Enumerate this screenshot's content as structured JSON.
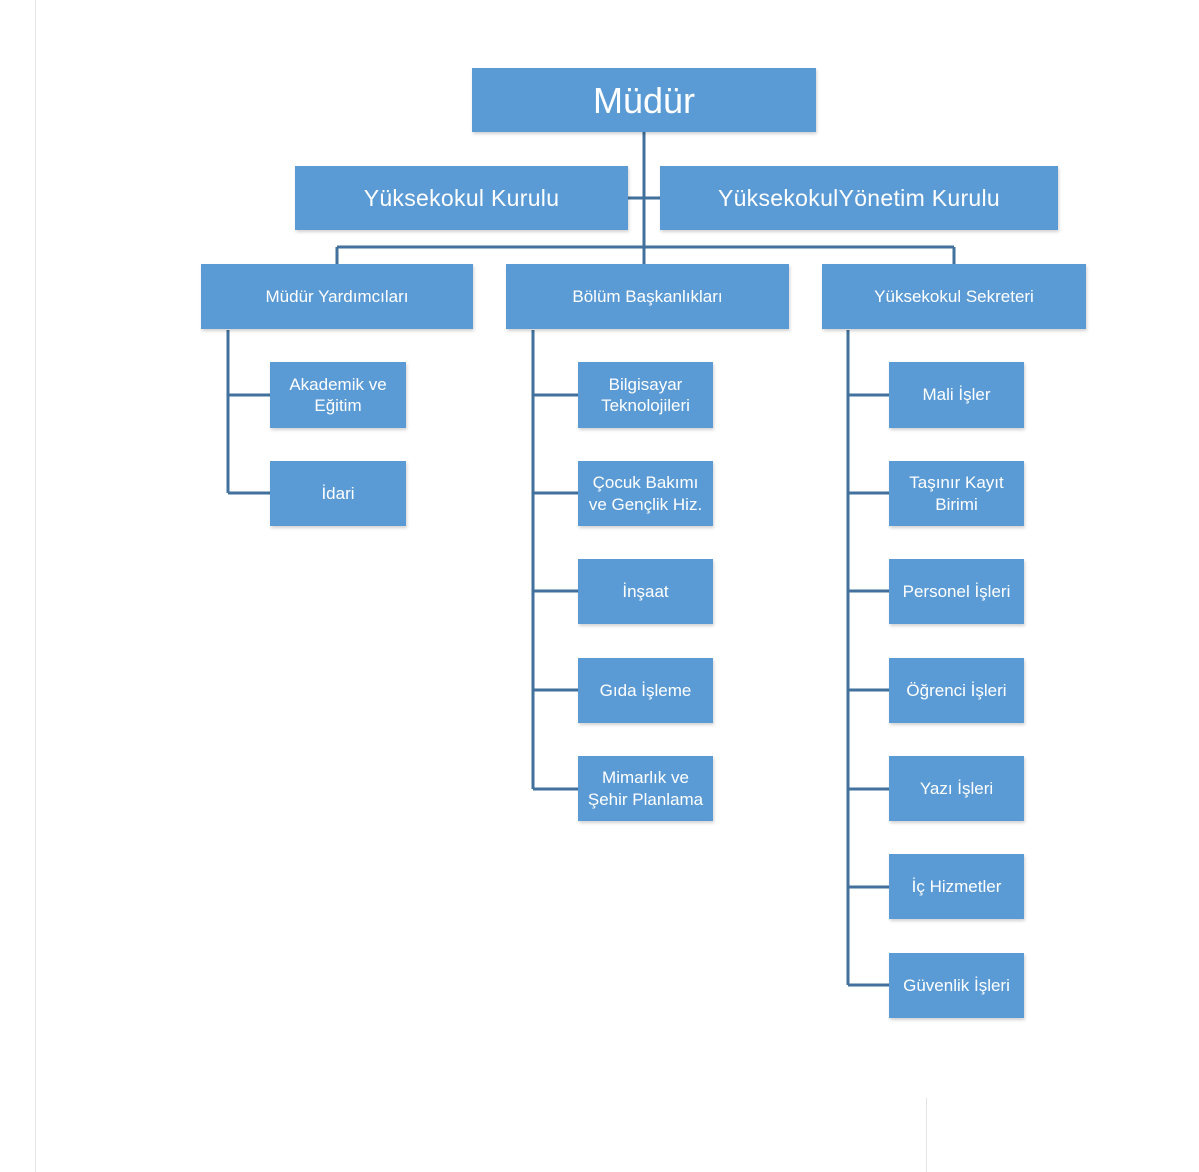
{
  "chart": {
    "root": "Müdür",
    "boards": [
      "Yüksekokul Kurulu",
      "YüksekokulYönetim Kurulu"
    ],
    "branches": [
      {
        "label": "Müdür Yardımcıları",
        "children": [
          "Akademik  ve\nEğitim",
          "İdari"
        ]
      },
      {
        "label": "Bölüm Başkanlıkları",
        "children": [
          "Bilgisayar\nTeknolojileri",
          "Çocuk Bakımı\nve Gençlik Hiz.",
          "İnşaat",
          "Gıda İşleme",
          "Mimarlık ve\nŞehir Planlama"
        ]
      },
      {
        "label": "Yüksekokul Sekreteri",
        "children": [
          "Mali İşler",
          "Taşınır Kayıt\nBirimi",
          "Personel İşleri",
          "Öğrenci  İşleri",
          "Yazı İşleri",
          "İç Hizmetler",
          "Güvenlik İşleri"
        ]
      }
    ]
  },
  "colors": {
    "box": "#5b9bd5",
    "connector": "#41719c",
    "text": "#ffffff"
  }
}
